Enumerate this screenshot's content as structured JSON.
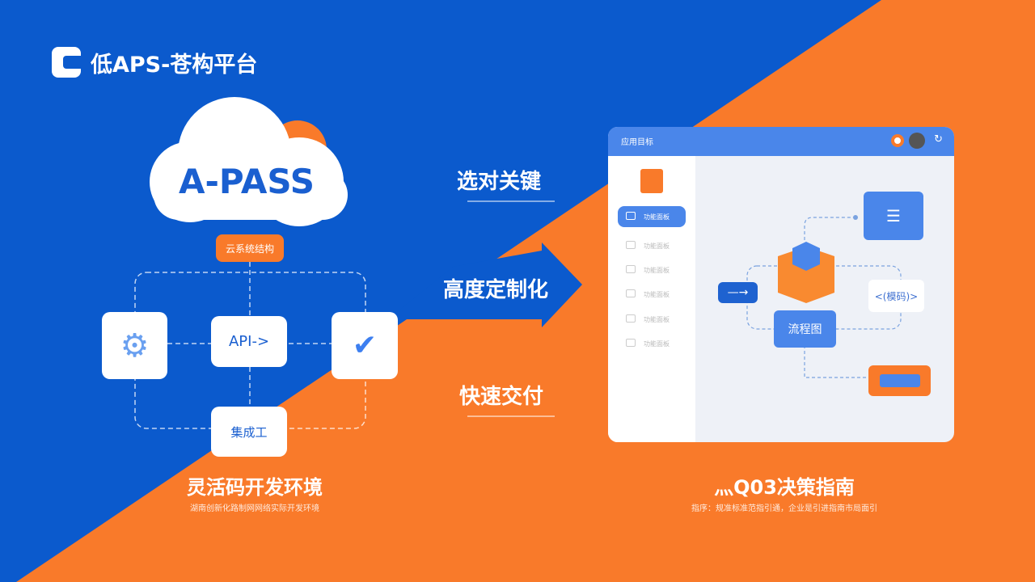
{
  "colors": {
    "blue": "#0b5acd",
    "orange": "#f97a2a",
    "panel_blue": "#4a86ea"
  },
  "header": {
    "title": "低APS-苍构平台",
    "logo_icon": "app-logo-icon"
  },
  "cloud": {
    "label": "A-PASS"
  },
  "diagram": {
    "tag": "云系统结构",
    "center": "API->",
    "bottom": "集成工",
    "left_icon": "gear-icon",
    "right_icon": "shield-check-icon"
  },
  "features": [
    "选对关键",
    "高度定制化",
    "快速交付"
  ],
  "left_caption": {
    "title": "灵活码开发环境",
    "subtitle": "湖南创新化路制网网络实际开发环境"
  },
  "right_caption": {
    "title": "灬Q03决策指南",
    "subtitle": "指序：规准标准范指引通，企业是引进指南市局面引"
  },
  "window": {
    "title": "应用目标",
    "sidebar": [
      "功能面板",
      "功能面板",
      "功能面板",
      "功能面板",
      "功能面板",
      "功能面板"
    ],
    "nodes": {
      "left": "—→",
      "code": "<(模码)>",
      "center": "流程图"
    }
  }
}
